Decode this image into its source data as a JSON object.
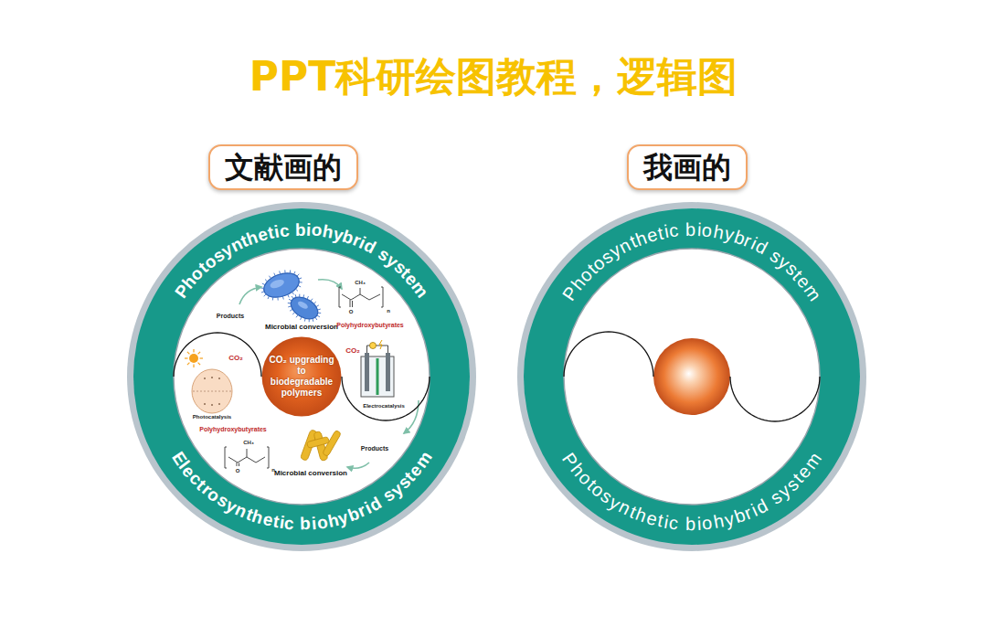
{
  "diagram": {
    "title": "PPT科研绘图教程，逻辑图",
    "nodes": [
      {
        "text": [
          "文献画的"
        ]
      },
      {
        "text": [
          "我画的"
        ]
      },
      {
        "text": [
          "Photosynthetic biohybrid system",
          "Electrosynthetic biohybrid system"
        ]
      },
      {
        "text": [
          "CO₂ upgrading to biodegradable polymers"
        ],
        "in": 2
      },
      {
        "text": [
          "Photosynthetic biohybrid system",
          "Photosynthetic biohybrid system"
        ]
      }
    ],
    "edges": [
      {
        "from": 2,
        "to": 3,
        "arrow": "none"
      },
      {
        "from": 3,
        "to": 2,
        "arrow": "none"
      }
    ],
    "labels": [
      "Products",
      "Microbial conversion",
      "Polyhydroxybutyrates",
      "CH₃",
      "O",
      "n",
      "CO₂",
      "Photocatalysis",
      "CO₂",
      "Electrocatalysis",
      "Products",
      "Polyhydroxybutyrates",
      "CH₃",
      "O",
      "n",
      "Microbial conversion"
    ]
  }
}
